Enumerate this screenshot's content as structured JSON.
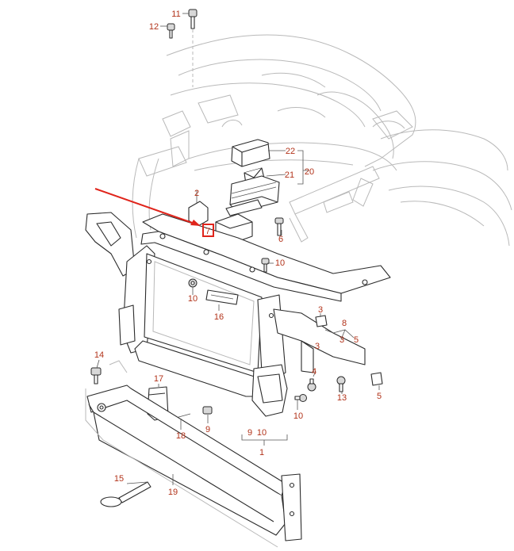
{
  "diagram": {
    "accent_color": "#b2331a",
    "arrow_color": "#e0241b",
    "highlight_color": "#e0241b",
    "highlighted_part": "7",
    "callouts": [
      "1",
      "2",
      "3",
      "3",
      "3",
      "4",
      "5",
      "5",
      "6",
      "7",
      "8",
      "9",
      "9",
      "10",
      "10",
      "10",
      "10",
      "10",
      "11",
      "12",
      "13",
      "14",
      "15",
      "16",
      "17",
      "18",
      "19",
      "20",
      "21",
      "22"
    ]
  }
}
